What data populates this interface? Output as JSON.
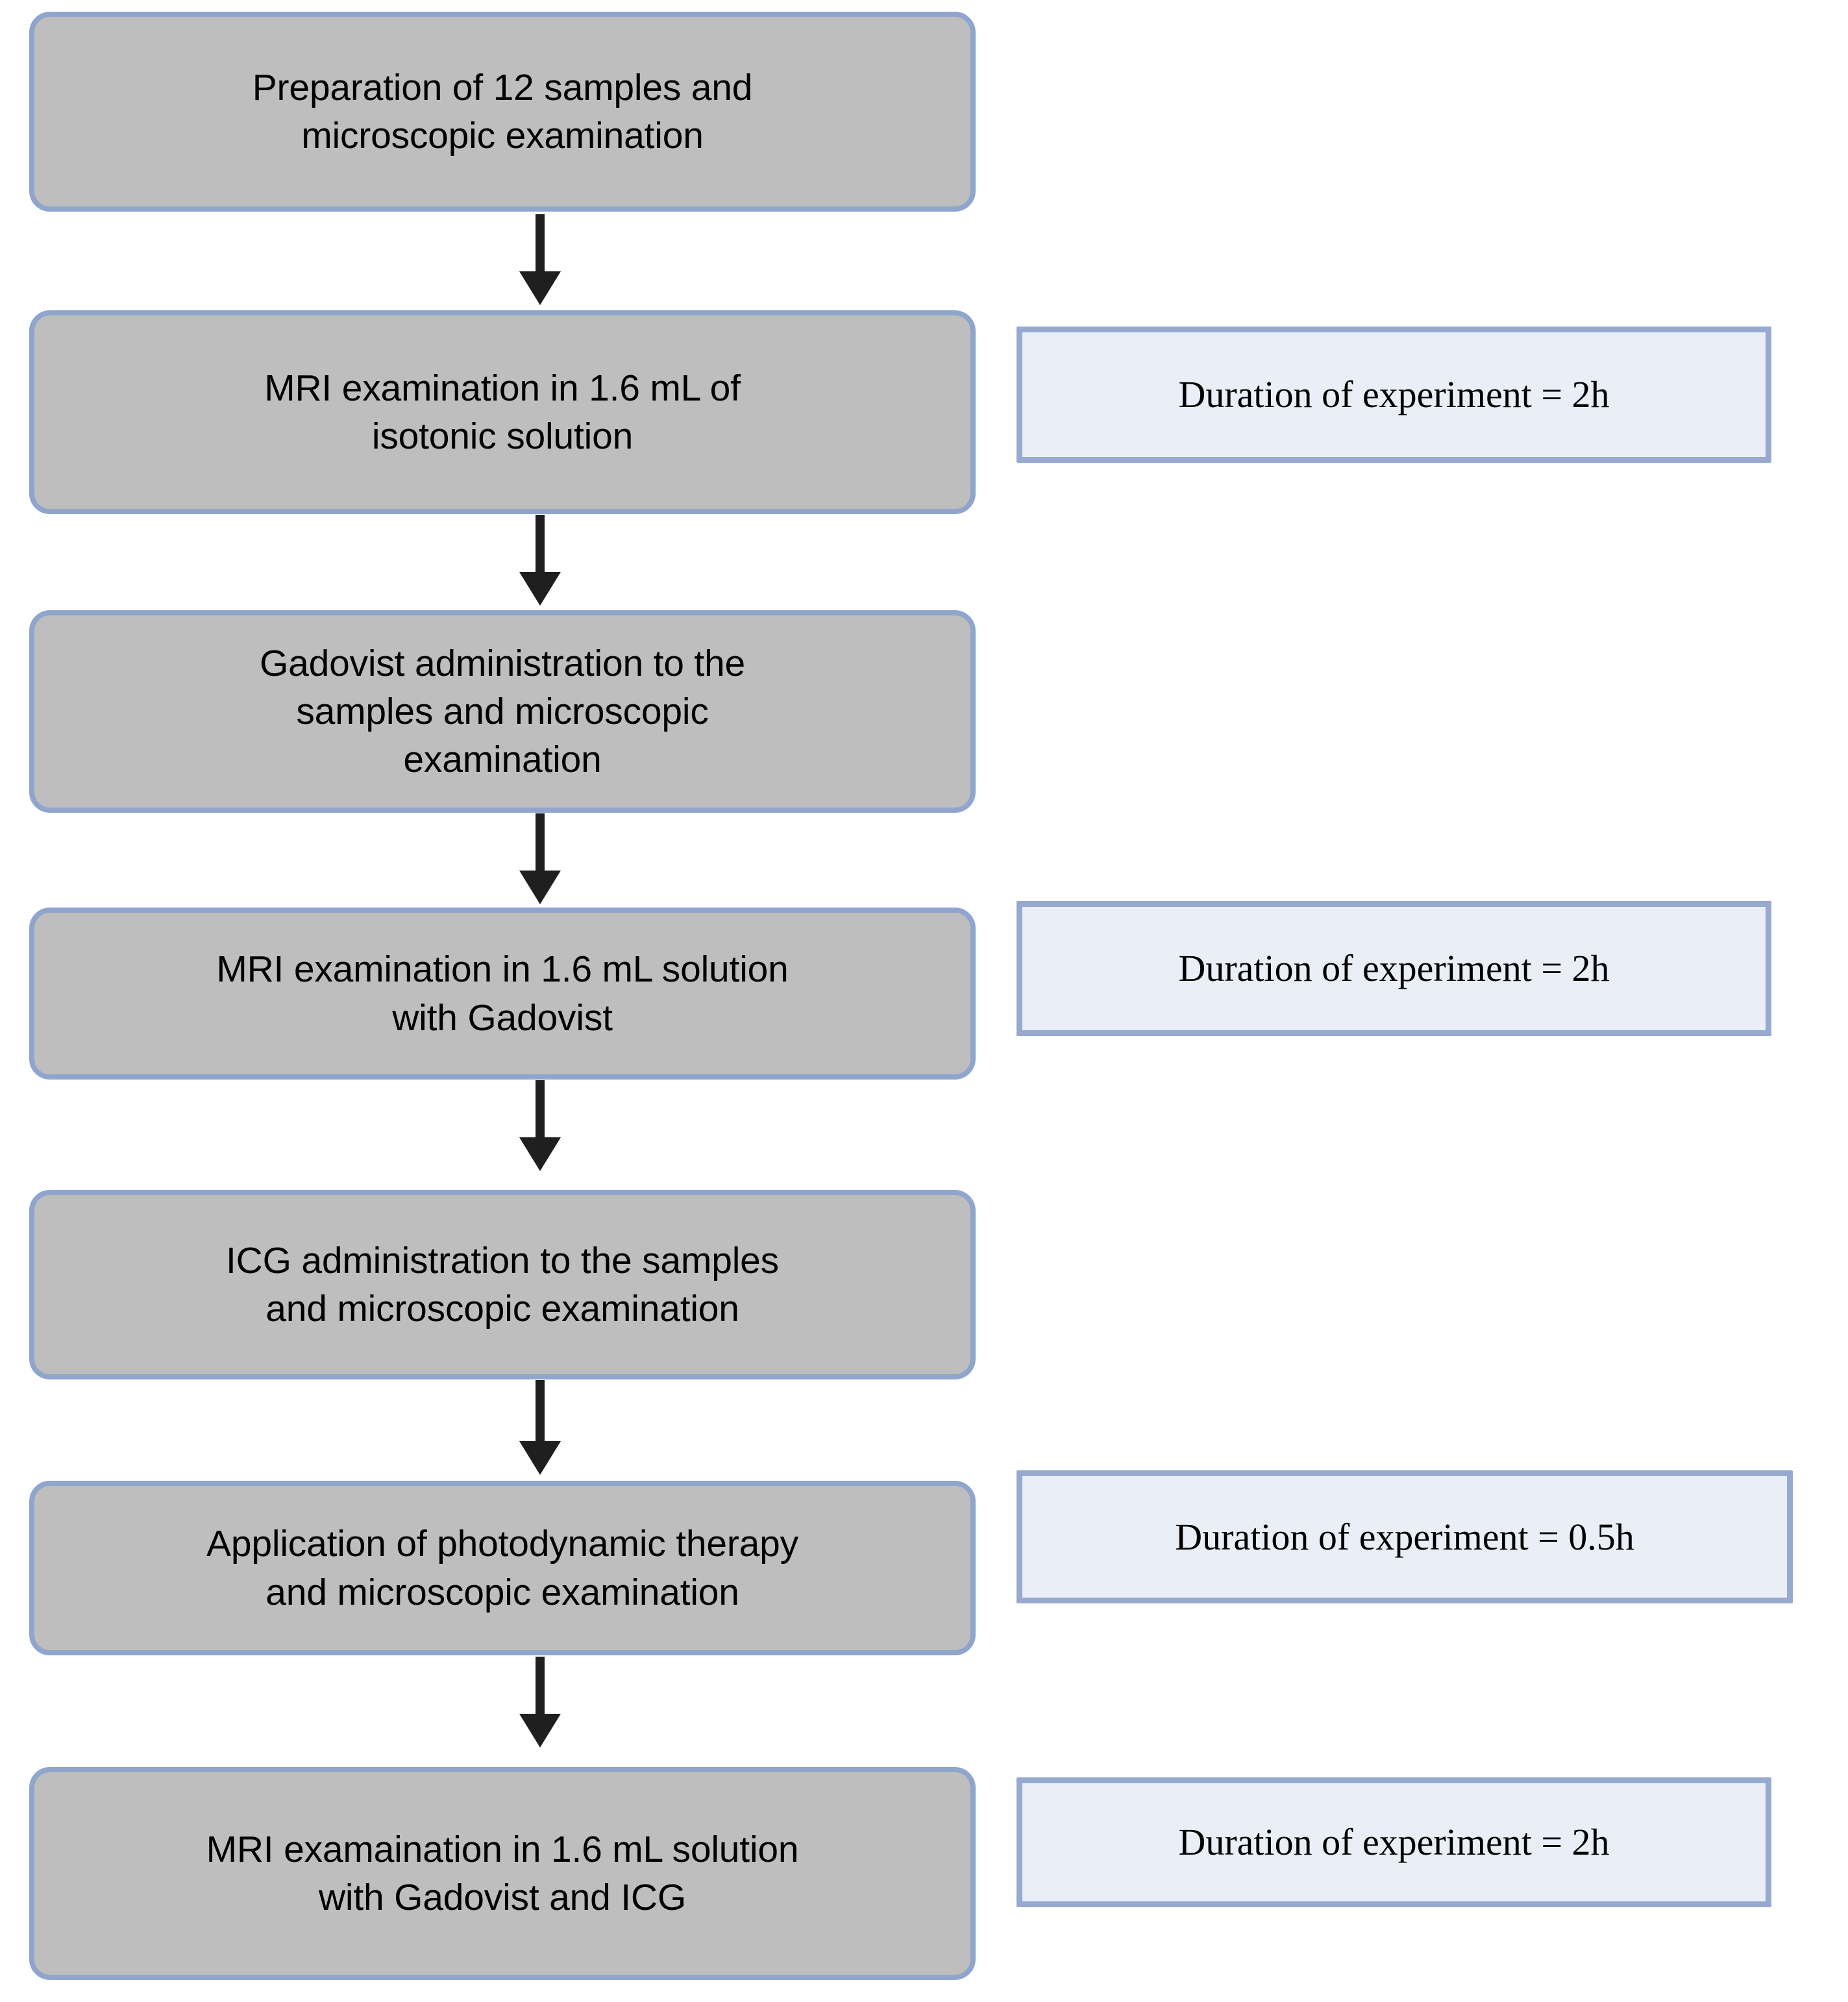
{
  "diagram": {
    "title": "Experimental workflow flowchart",
    "type": "flowchart",
    "orientation": "vertical",
    "colors": {
      "process_fill": "#bebebe",
      "process_border": "#8fa5cc",
      "note_fill": "#eaeff7",
      "note_border": "#97a9ce",
      "arrow": "#1f1f1f",
      "text": "#000000",
      "background": "#ffffff"
    },
    "steps": [
      {
        "id": "step-1",
        "label": "Preparation of 12 samples and\nmicroscopic examination",
        "note": null
      },
      {
        "id": "step-2",
        "label": "MRI examination in 1.6 mL of\nisotonic solution",
        "note": "Duration of experiment = 2h"
      },
      {
        "id": "step-3",
        "label": "Gadovist administration to the\nsamples and microscopic\nexamination",
        "note": null
      },
      {
        "id": "step-4",
        "label": "MRI examination in 1.6 mL solution\nwith Gadovist",
        "note": "Duration of experiment = 2h"
      },
      {
        "id": "step-5",
        "label": "ICG administration to the samples\nand microscopic examination",
        "note": null
      },
      {
        "id": "step-6",
        "label": "Application of photodynamic therapy\nand microscopic examination",
        "note": "Duration of experiment = 0.5h"
      },
      {
        "id": "step-7",
        "label": "MRI examaination in 1.6 mL solution\nwith Gadovist and ICG",
        "note": "Duration of experiment = 2h"
      }
    ],
    "connectors": [
      {
        "id": "arrow-1",
        "from": "step-1",
        "to": "step-2",
        "glyph": "down-arrow"
      },
      {
        "id": "arrow-2",
        "from": "step-2",
        "to": "step-3",
        "glyph": "down-arrow"
      },
      {
        "id": "arrow-3",
        "from": "step-3",
        "to": "step-4",
        "glyph": "down-arrow"
      },
      {
        "id": "arrow-4",
        "from": "step-4",
        "to": "step-5",
        "glyph": "down-arrow"
      },
      {
        "id": "arrow-5",
        "from": "step-5",
        "to": "step-6",
        "glyph": "down-arrow"
      },
      {
        "id": "arrow-6",
        "from": "step-6",
        "to": "step-7",
        "glyph": "down-arrow"
      }
    ]
  }
}
